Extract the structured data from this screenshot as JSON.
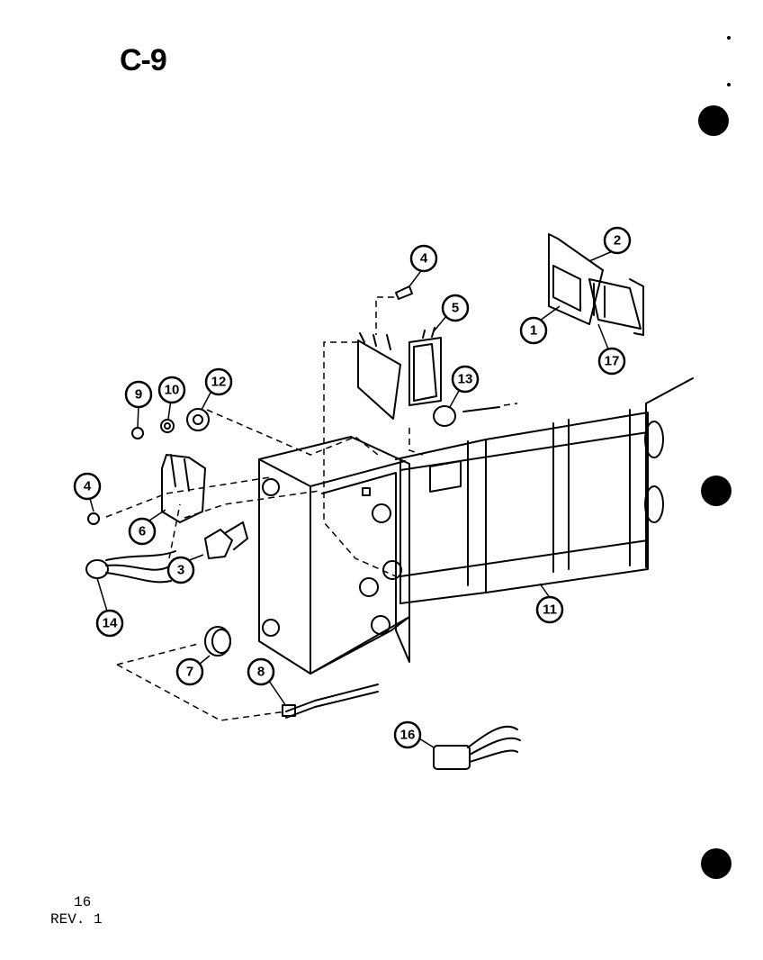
{
  "page": {
    "title": "C-9",
    "page_number": "16",
    "revision": "REV. 1"
  },
  "callouts": [
    {
      "id": "c1",
      "label": "1"
    },
    {
      "id": "c2",
      "label": "2"
    },
    {
      "id": "c3",
      "label": "3"
    },
    {
      "id": "c4a",
      "label": "4"
    },
    {
      "id": "c4b",
      "label": "4"
    },
    {
      "id": "c5",
      "label": "5"
    },
    {
      "id": "c6",
      "label": "6"
    },
    {
      "id": "c7",
      "label": "7"
    },
    {
      "id": "c8",
      "label": "8"
    },
    {
      "id": "c9",
      "label": "9"
    },
    {
      "id": "c10",
      "label": "10"
    },
    {
      "id": "c11",
      "label": "11"
    },
    {
      "id": "c12",
      "label": "12"
    },
    {
      "id": "c13",
      "label": "13"
    },
    {
      "id": "c14",
      "label": "14"
    },
    {
      "id": "c16",
      "label": "16"
    },
    {
      "id": "c17",
      "label": "17"
    }
  ]
}
